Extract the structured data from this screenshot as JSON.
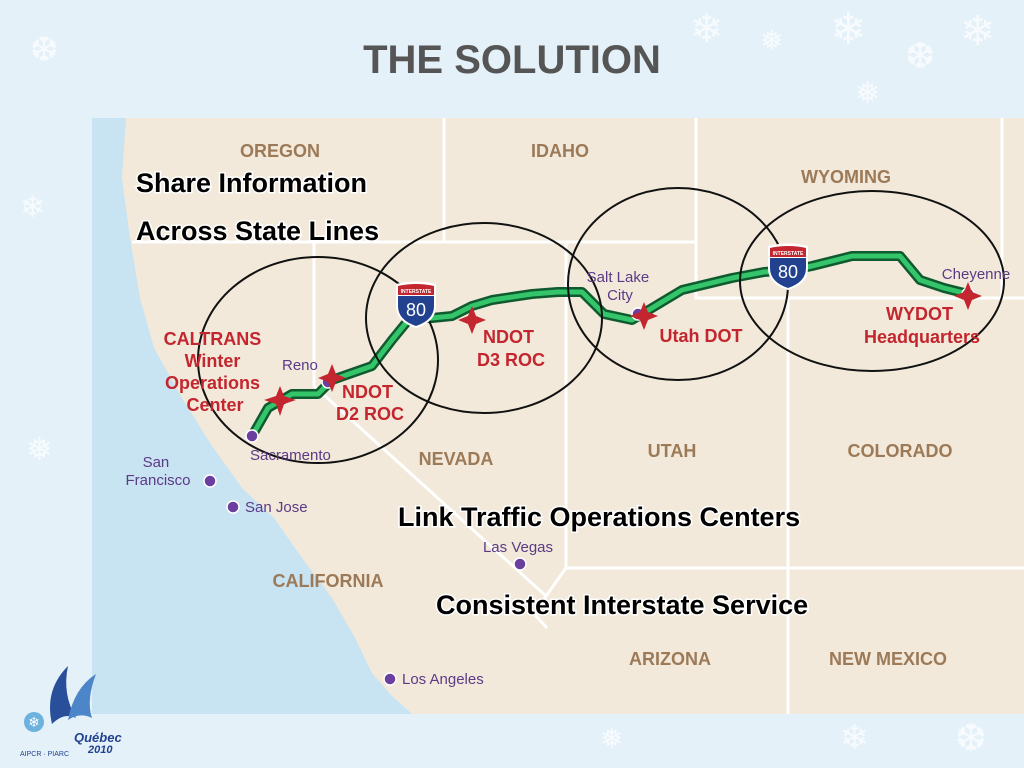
{
  "slide": {
    "title": "THE SOLUTION"
  },
  "states": [
    "OREGON",
    "IDAHO",
    "WYOMING",
    "NEVADA",
    "UTAH",
    "COLORADO",
    "CALIFORNIA",
    "ARIZONA",
    "NEW MEXICO"
  ],
  "cities": [
    "Reno",
    "Sacramento",
    "San Francisco",
    "San Jose",
    "Salt Lake City",
    "Las Vegas",
    "Los Angeles",
    "Cheyenne"
  ],
  "city_lines": {
    "san_francisco": [
      "San",
      "Francisco"
    ],
    "salt_lake_city": [
      "Salt Lake",
      "City"
    ]
  },
  "centers": {
    "caltrans": [
      "CALTRANS",
      "Winter",
      "Operations",
      "Center"
    ],
    "ndot_d2": [
      "NDOT",
      "D2 ROC"
    ],
    "ndot_d3": [
      "NDOT",
      "D3 ROC"
    ],
    "utah": [
      "Utah DOT"
    ],
    "wydot": [
      "WYDOT",
      "Headquarters"
    ]
  },
  "shield": {
    "top_text": "INTERSTATE",
    "number": "80"
  },
  "callouts": {
    "share_line1": "Share Information",
    "share_line2": "Across State Lines",
    "link": "Link Traffic Operations Centers",
    "consistent": "Consistent Interstate Service"
  },
  "logo": {
    "name": "Québec",
    "year": "2010",
    "org": "AIPCR · PIARC"
  },
  "icons": [
    "snowflake-icon",
    "star-marker-icon",
    "city-dot-icon",
    "interstate-shield-icon"
  ],
  "colors": {
    "background": "#e4f1f9",
    "land": "#f2e9da",
    "ocean": "#c8e3f2",
    "border": "#ffffff",
    "state_label": "#9c7a58",
    "center_label": "#c3262e",
    "city_label": "#5b3a86",
    "route_outer": "#0f5a2f",
    "route_inner": "#34c46a",
    "shield_red": "#c3262e",
    "shield_blue": "#22418f",
    "title": "#555555"
  }
}
